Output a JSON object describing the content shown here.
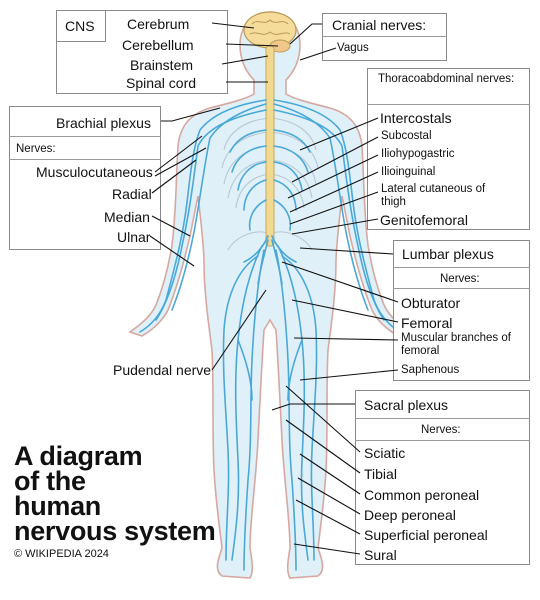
{
  "cns": {
    "header": "CNS",
    "items": [
      "Cerebrum",
      "Cerebellum",
      "Brainstem",
      "Spinal cord"
    ]
  },
  "cranial": {
    "header": "Cranial nerves:",
    "items": [
      "Vagus"
    ]
  },
  "brachial": {
    "header": "Brachial plexus",
    "subheader": "Nerves:",
    "items": [
      "Musculocutaneous",
      "Radial",
      "Median",
      "Ulnar"
    ]
  },
  "thoraco": {
    "header": "Thoracoabdominal nerves:",
    "items": [
      "Intercostals",
      "Subcostal",
      "Iliohypogastric",
      "Ilioinguinal",
      "Lateral cutaneous of thigh",
      "Genitofemoral"
    ]
  },
  "lumbar": {
    "header": "Lumbar plexus",
    "subheader": "Nerves:",
    "items": [
      "Obturator",
      "Femoral",
      "Muscular branches of femoral",
      "Saphenous"
    ]
  },
  "pudendal": "Pudendal nerve",
  "sacral": {
    "header": "Sacral plexus",
    "subheader": "Nerves:",
    "items": [
      "Sciatic",
      "Tibial",
      "Common peroneal",
      "Deep peroneal",
      "Superficial peroneal",
      "Sural"
    ]
  },
  "title": "A diagram\nof the\nhuman\nnervous system",
  "credit": "© WIKIPEDIA 2024",
  "colors": {
    "nerve": "#4aa8d8",
    "body_fill": "#dff0f8",
    "body_outline": "#d7a8a0",
    "spinal_cord": "#f1d98f",
    "brain": "#f6dc9a",
    "pointer_line": "#111111",
    "box_border": "#8a8a8a"
  }
}
